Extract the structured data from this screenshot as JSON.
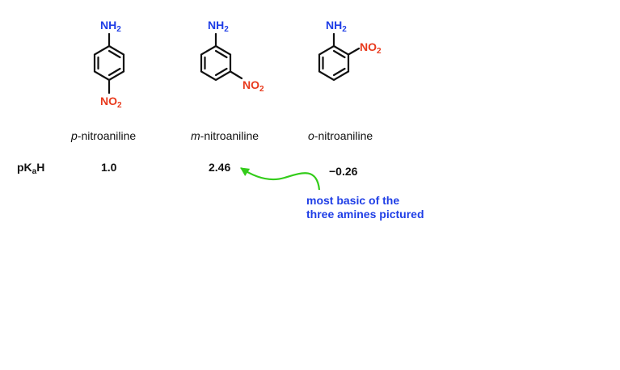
{
  "labels": {
    "amine": "NH",
    "amine_sub": "2",
    "nitro": "NO",
    "nitro_sub": "2"
  },
  "compounds": [
    {
      "prefix": "p",
      "suffix": "-nitroaniline",
      "value": "1.0"
    },
    {
      "prefix": "m",
      "suffix": "-nitroaniline",
      "value": "2.46"
    },
    {
      "prefix": "o",
      "suffix": "-nitroaniline",
      "value": "−0.26"
    }
  ],
  "row_label": {
    "main": "pK",
    "sub": "a",
    "tail": "H"
  },
  "annotation": {
    "line1": "most basic of the",
    "line2": "three amines pictured"
  },
  "colors": {
    "amine": "#1f3ee6",
    "nitro": "#e8391c",
    "arrow": "#33cc1a",
    "annotation": "#1f3ee6"
  }
}
